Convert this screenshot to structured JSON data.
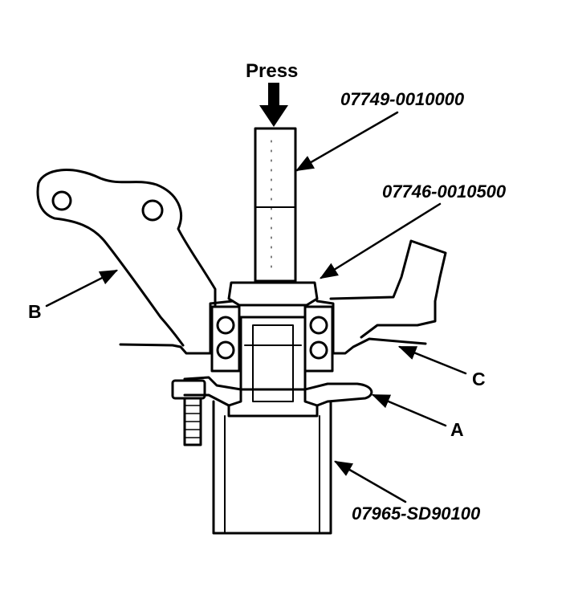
{
  "diagram": {
    "labels": {
      "press": "Press",
      "tool_shaft": "07749-0010000",
      "tool_attachment": "07746-0010500",
      "tool_base": "07965-SD90100",
      "letter_a": "A",
      "letter_b": "B",
      "letter_c": "C"
    },
    "colors": {
      "ink": "#000000",
      "paper": "#ffffff"
    }
  }
}
